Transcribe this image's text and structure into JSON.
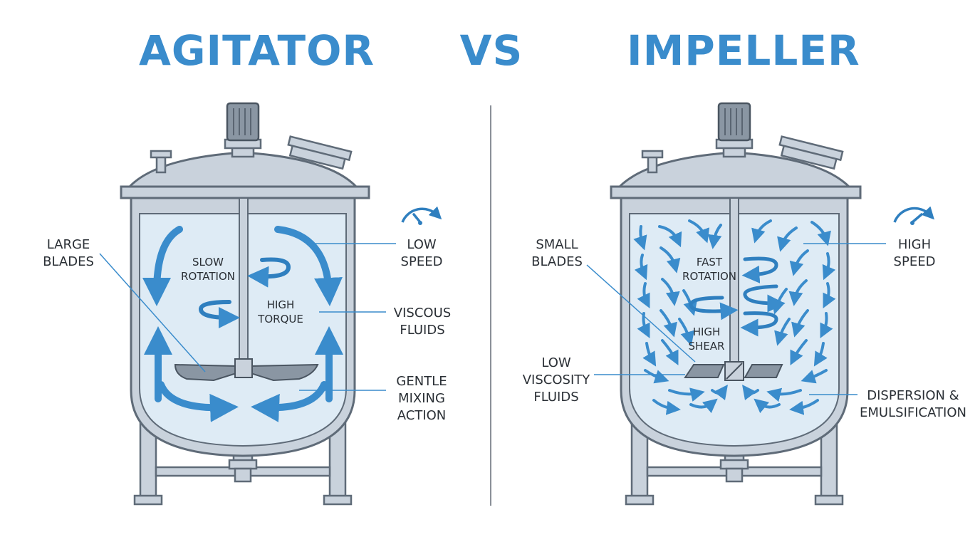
{
  "titles": {
    "left": "AGITATOR",
    "vs": "VS",
    "right": "IMPELLER"
  },
  "agitator": {
    "inner": {
      "slow_rotation": [
        "SLOW",
        "ROTATION"
      ],
      "high_torque": [
        "HIGH",
        "TORQUE"
      ]
    },
    "callouts": {
      "blades": [
        "LARGE",
        "BLADES"
      ],
      "speed": [
        "LOW",
        "SPEED"
      ],
      "fluids": [
        "VISCOUS",
        "FLUIDS"
      ],
      "action": [
        "GENTLE",
        "MIXING",
        "ACTION"
      ]
    }
  },
  "impeller": {
    "inner": {
      "fast_rotation": [
        "FAST",
        "ROTATION"
      ],
      "high_shear": [
        "HIGH",
        "SHEAR"
      ]
    },
    "callouts": {
      "blades": [
        "SMALL",
        "BLADES"
      ],
      "speed": [
        "HIGH",
        "SPEED"
      ],
      "fluids": [
        "LOW",
        "VISCOSITY",
        "FLUIDS"
      ],
      "action": [
        "DISPERSION &",
        "EMULSIFICATION"
      ]
    }
  },
  "colors": {
    "accent": "#3a8ccc",
    "vessel_fill": "#c9d2dc",
    "vessel_stroke": "#5f6b78",
    "liquid": "#deebf5",
    "text": "#2a2f35"
  }
}
